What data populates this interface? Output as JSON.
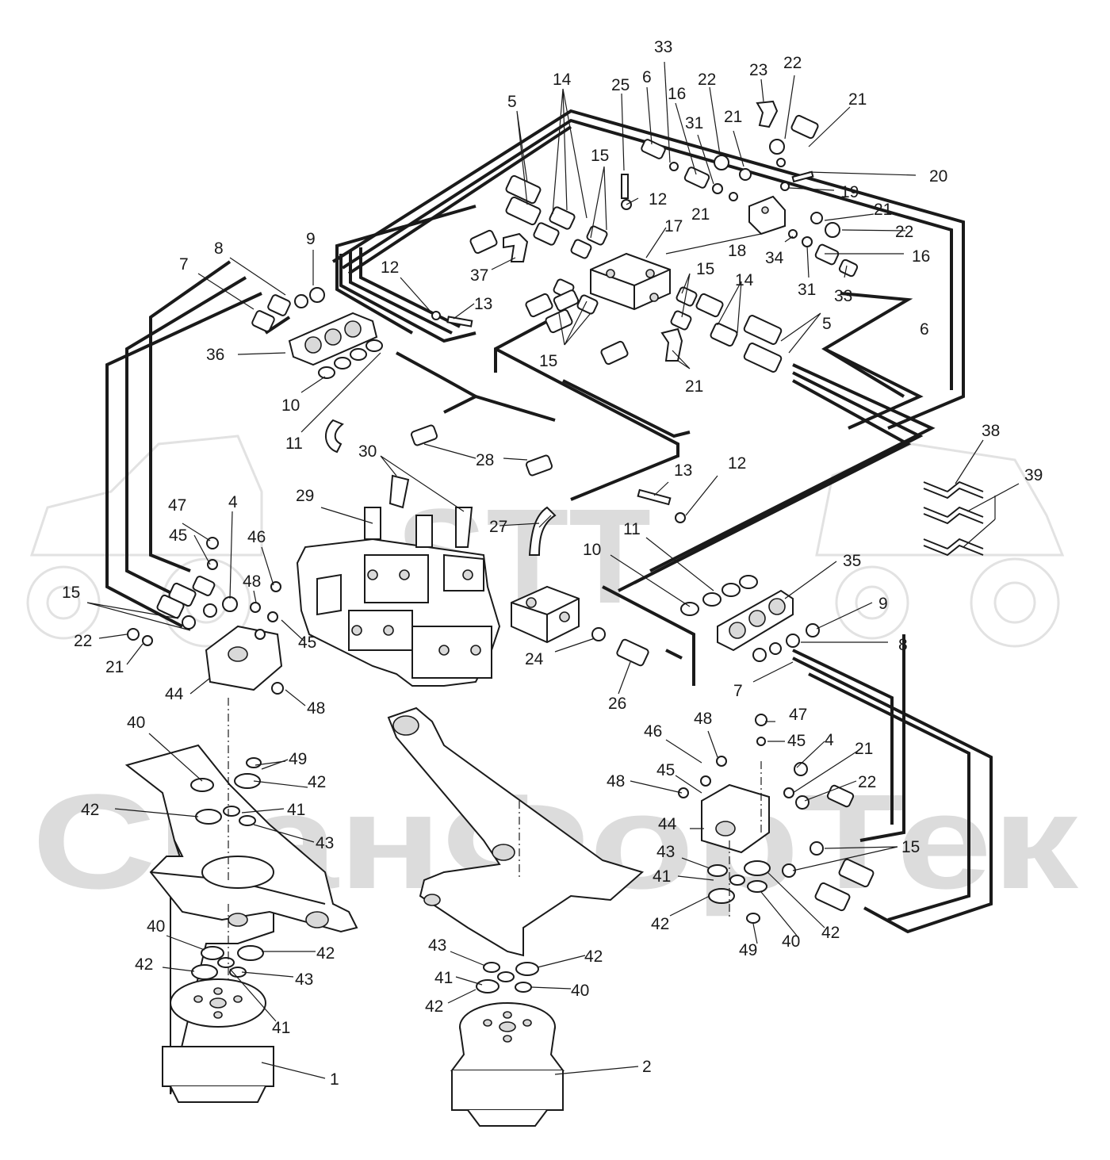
{
  "watermark": {
    "brand_text": "СканФорТек",
    "logo_letters": "STT"
  },
  "callouts": [
    {
      "id": "c01",
      "text": "1"
    },
    {
      "id": "c02",
      "text": "2"
    },
    {
      "id": "c04a",
      "text": "4"
    },
    {
      "id": "c04b",
      "text": "4"
    },
    {
      "id": "c05a",
      "text": "5"
    },
    {
      "id": "c05b",
      "text": "5"
    },
    {
      "id": "c06a",
      "text": "6"
    },
    {
      "id": "c06b",
      "text": "6"
    },
    {
      "id": "c07a",
      "text": "7"
    },
    {
      "id": "c07b",
      "text": "7"
    },
    {
      "id": "c08a",
      "text": "8"
    },
    {
      "id": "c08b",
      "text": "8"
    },
    {
      "id": "c09a",
      "text": "9"
    },
    {
      "id": "c09b",
      "text": "9"
    },
    {
      "id": "c10a",
      "text": "10"
    },
    {
      "id": "c10b",
      "text": "10"
    },
    {
      "id": "c11a",
      "text": "11"
    },
    {
      "id": "c11b",
      "text": "11"
    },
    {
      "id": "c12a",
      "text": "12"
    },
    {
      "id": "c12b",
      "text": "12"
    },
    {
      "id": "c12c",
      "text": "12"
    },
    {
      "id": "c13a",
      "text": "13"
    },
    {
      "id": "c13b",
      "text": "13"
    },
    {
      "id": "c14a",
      "text": "14"
    },
    {
      "id": "c14b",
      "text": "14"
    },
    {
      "id": "c15a",
      "text": "15"
    },
    {
      "id": "c15b",
      "text": "15"
    },
    {
      "id": "c15c",
      "text": "15"
    },
    {
      "id": "c15d",
      "text": "15"
    },
    {
      "id": "c15e",
      "text": "15"
    },
    {
      "id": "c16a",
      "text": "16"
    },
    {
      "id": "c16b",
      "text": "16"
    },
    {
      "id": "c17",
      "text": "17"
    },
    {
      "id": "c18",
      "text": "18"
    },
    {
      "id": "c19",
      "text": "19"
    },
    {
      "id": "c20",
      "text": "20"
    },
    {
      "id": "c21a",
      "text": "21"
    },
    {
      "id": "c21b",
      "text": "21"
    },
    {
      "id": "c21c",
      "text": "21"
    },
    {
      "id": "c21d",
      "text": "21"
    },
    {
      "id": "c21e",
      "text": "21"
    },
    {
      "id": "c21f",
      "text": "21"
    },
    {
      "id": "c21g",
      "text": "21"
    },
    {
      "id": "c22a",
      "text": "22"
    },
    {
      "id": "c22b",
      "text": "22"
    },
    {
      "id": "c22c",
      "text": "22"
    },
    {
      "id": "c22d",
      "text": "22"
    },
    {
      "id": "c22e",
      "text": "22"
    },
    {
      "id": "c23",
      "text": "23"
    },
    {
      "id": "c24",
      "text": "24"
    },
    {
      "id": "c25",
      "text": "25"
    },
    {
      "id": "c26",
      "text": "26"
    },
    {
      "id": "c27",
      "text": "27"
    },
    {
      "id": "c28",
      "text": "28"
    },
    {
      "id": "c29",
      "text": "29"
    },
    {
      "id": "c30",
      "text": "30"
    },
    {
      "id": "c31a",
      "text": "31"
    },
    {
      "id": "c31b",
      "text": "31"
    },
    {
      "id": "c33a",
      "text": "33"
    },
    {
      "id": "c33b",
      "text": "33"
    },
    {
      "id": "c34",
      "text": "34"
    },
    {
      "id": "c35",
      "text": "35"
    },
    {
      "id": "c36",
      "text": "36"
    },
    {
      "id": "c37",
      "text": "37"
    },
    {
      "id": "c38",
      "text": "38"
    },
    {
      "id": "c39",
      "text": "39"
    },
    {
      "id": "c40a",
      "text": "40"
    },
    {
      "id": "c40b",
      "text": "40"
    },
    {
      "id": "c40c",
      "text": "40"
    },
    {
      "id": "c40d",
      "text": "40"
    },
    {
      "id": "c41a",
      "text": "41"
    },
    {
      "id": "c41b",
      "text": "41"
    },
    {
      "id": "c41c",
      "text": "41"
    },
    {
      "id": "c41d",
      "text": "41"
    },
    {
      "id": "c42a",
      "text": "42"
    },
    {
      "id": "c42b",
      "text": "42"
    },
    {
      "id": "c42c",
      "text": "42"
    },
    {
      "id": "c42d",
      "text": "42"
    },
    {
      "id": "c42e",
      "text": "42"
    },
    {
      "id": "c42f",
      "text": "42"
    },
    {
      "id": "c42g",
      "text": "42"
    },
    {
      "id": "c42h",
      "text": "42"
    },
    {
      "id": "c43a",
      "text": "43"
    },
    {
      "id": "c43b",
      "text": "43"
    },
    {
      "id": "c43c",
      "text": "43"
    },
    {
      "id": "c43d",
      "text": "43"
    },
    {
      "id": "c44a",
      "text": "44"
    },
    {
      "id": "c44b",
      "text": "44"
    },
    {
      "id": "c45a",
      "text": "45"
    },
    {
      "id": "c45b",
      "text": "45"
    },
    {
      "id": "c45c",
      "text": "45"
    },
    {
      "id": "c45d",
      "text": "45"
    },
    {
      "id": "c46a",
      "text": "46"
    },
    {
      "id": "c46b",
      "text": "46"
    },
    {
      "id": "c47a",
      "text": "47"
    },
    {
      "id": "c47b",
      "text": "47"
    },
    {
      "id": "c48a",
      "text": "48"
    },
    {
      "id": "c48b",
      "text": "48"
    },
    {
      "id": "c48c",
      "text": "48"
    },
    {
      "id": "c48d",
      "text": "48"
    },
    {
      "id": "c49a",
      "text": "49"
    },
    {
      "id": "c49b",
      "text": "49"
    }
  ]
}
